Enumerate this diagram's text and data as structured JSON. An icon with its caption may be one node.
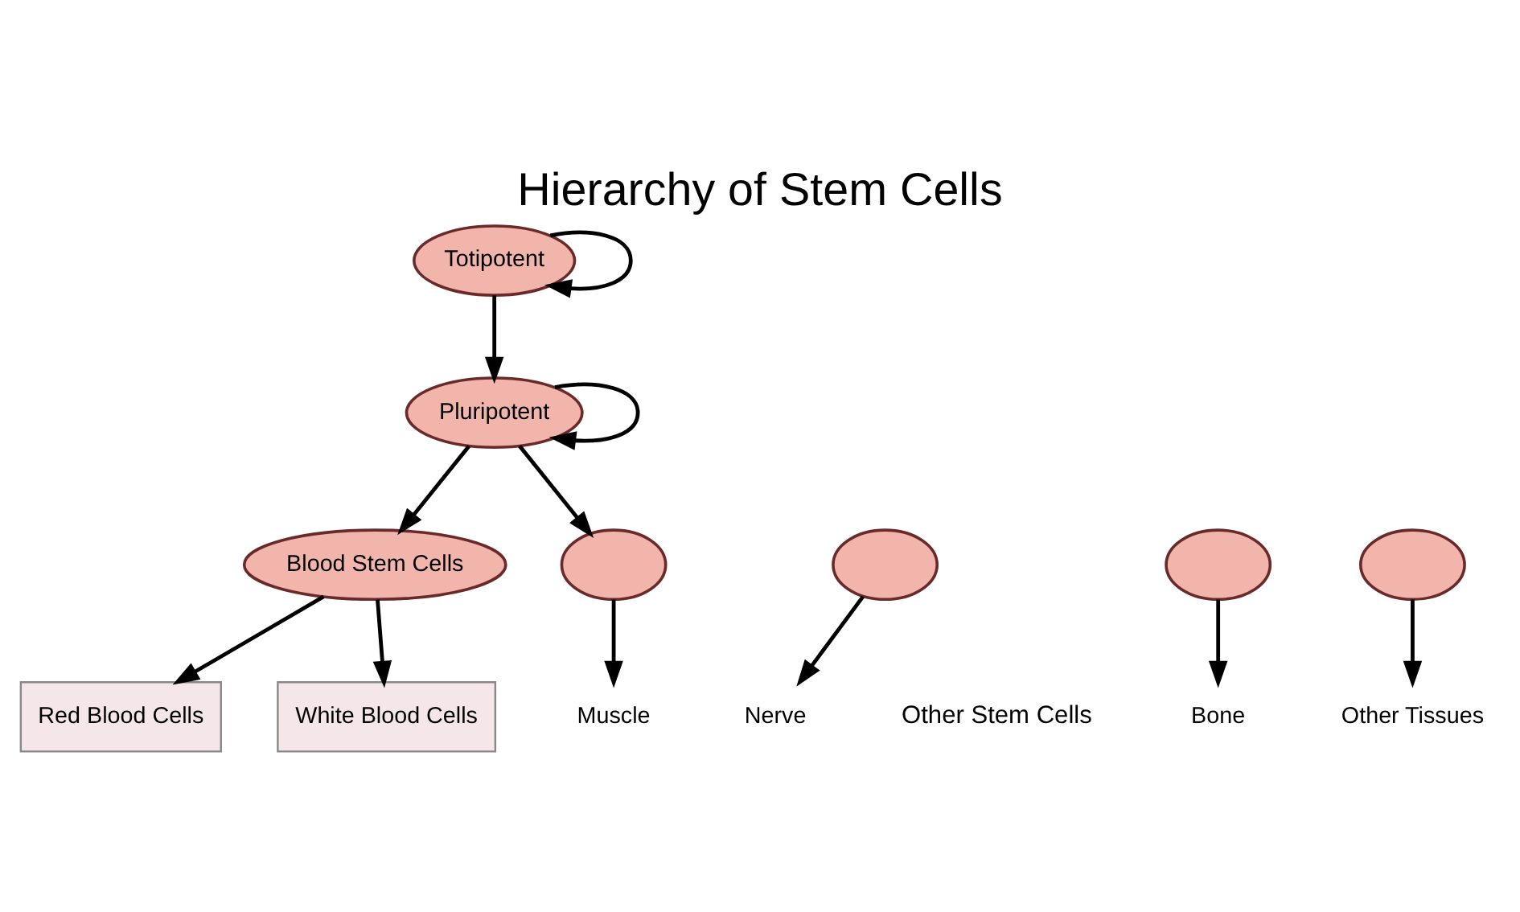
{
  "diagram": {
    "title": "Hierarchy of Stem Cells",
    "nodes": [
      {
        "text": [
          "Totipotent"
        ]
      },
      {
        "text": [
          "Pluripotent"
        ]
      },
      {
        "text": [
          "Blood Stem Cells"
        ]
      },
      {
        "text": [],
        "shape": "circle"
      },
      {
        "text": [],
        "shape": "circle"
      },
      {
        "text": [],
        "shape": "circle"
      },
      {
        "text": [],
        "shape": "circle"
      },
      {
        "text": [
          "Red Blood Cells"
        ]
      },
      {
        "text": [
          "White Blood Cells"
        ]
      },
      {
        "text": [
          "Muscle"
        ]
      },
      {
        "text": [
          "Nerve"
        ]
      },
      {
        "text": [
          "Bone"
        ]
      },
      {
        "text": [
          "Other Tissues"
        ]
      }
    ],
    "edges": [
      {
        "from": 0,
        "to": 0,
        "arrow": "to"
      },
      {
        "from": 0,
        "to": 1,
        "arrow": "to"
      },
      {
        "from": 1,
        "to": 1,
        "arrow": "to"
      },
      {
        "from": 1,
        "to": 2,
        "arrow": "to"
      },
      {
        "from": 1,
        "to": 3,
        "arrow": "to"
      },
      {
        "from": 2,
        "to": 7,
        "arrow": "to"
      },
      {
        "from": 2,
        "to": 8,
        "arrow": "to"
      },
      {
        "from": 3,
        "to": 9,
        "arrow": "to"
      },
      {
        "from": 4,
        "to": 10,
        "arrow": "to"
      },
      {
        "from": 5,
        "to": 11,
        "arrow": "to"
      },
      {
        "from": 6,
        "to": 12,
        "arrow": "to"
      }
    ],
    "labels": [
      "Other Stem Cells"
    ]
  }
}
